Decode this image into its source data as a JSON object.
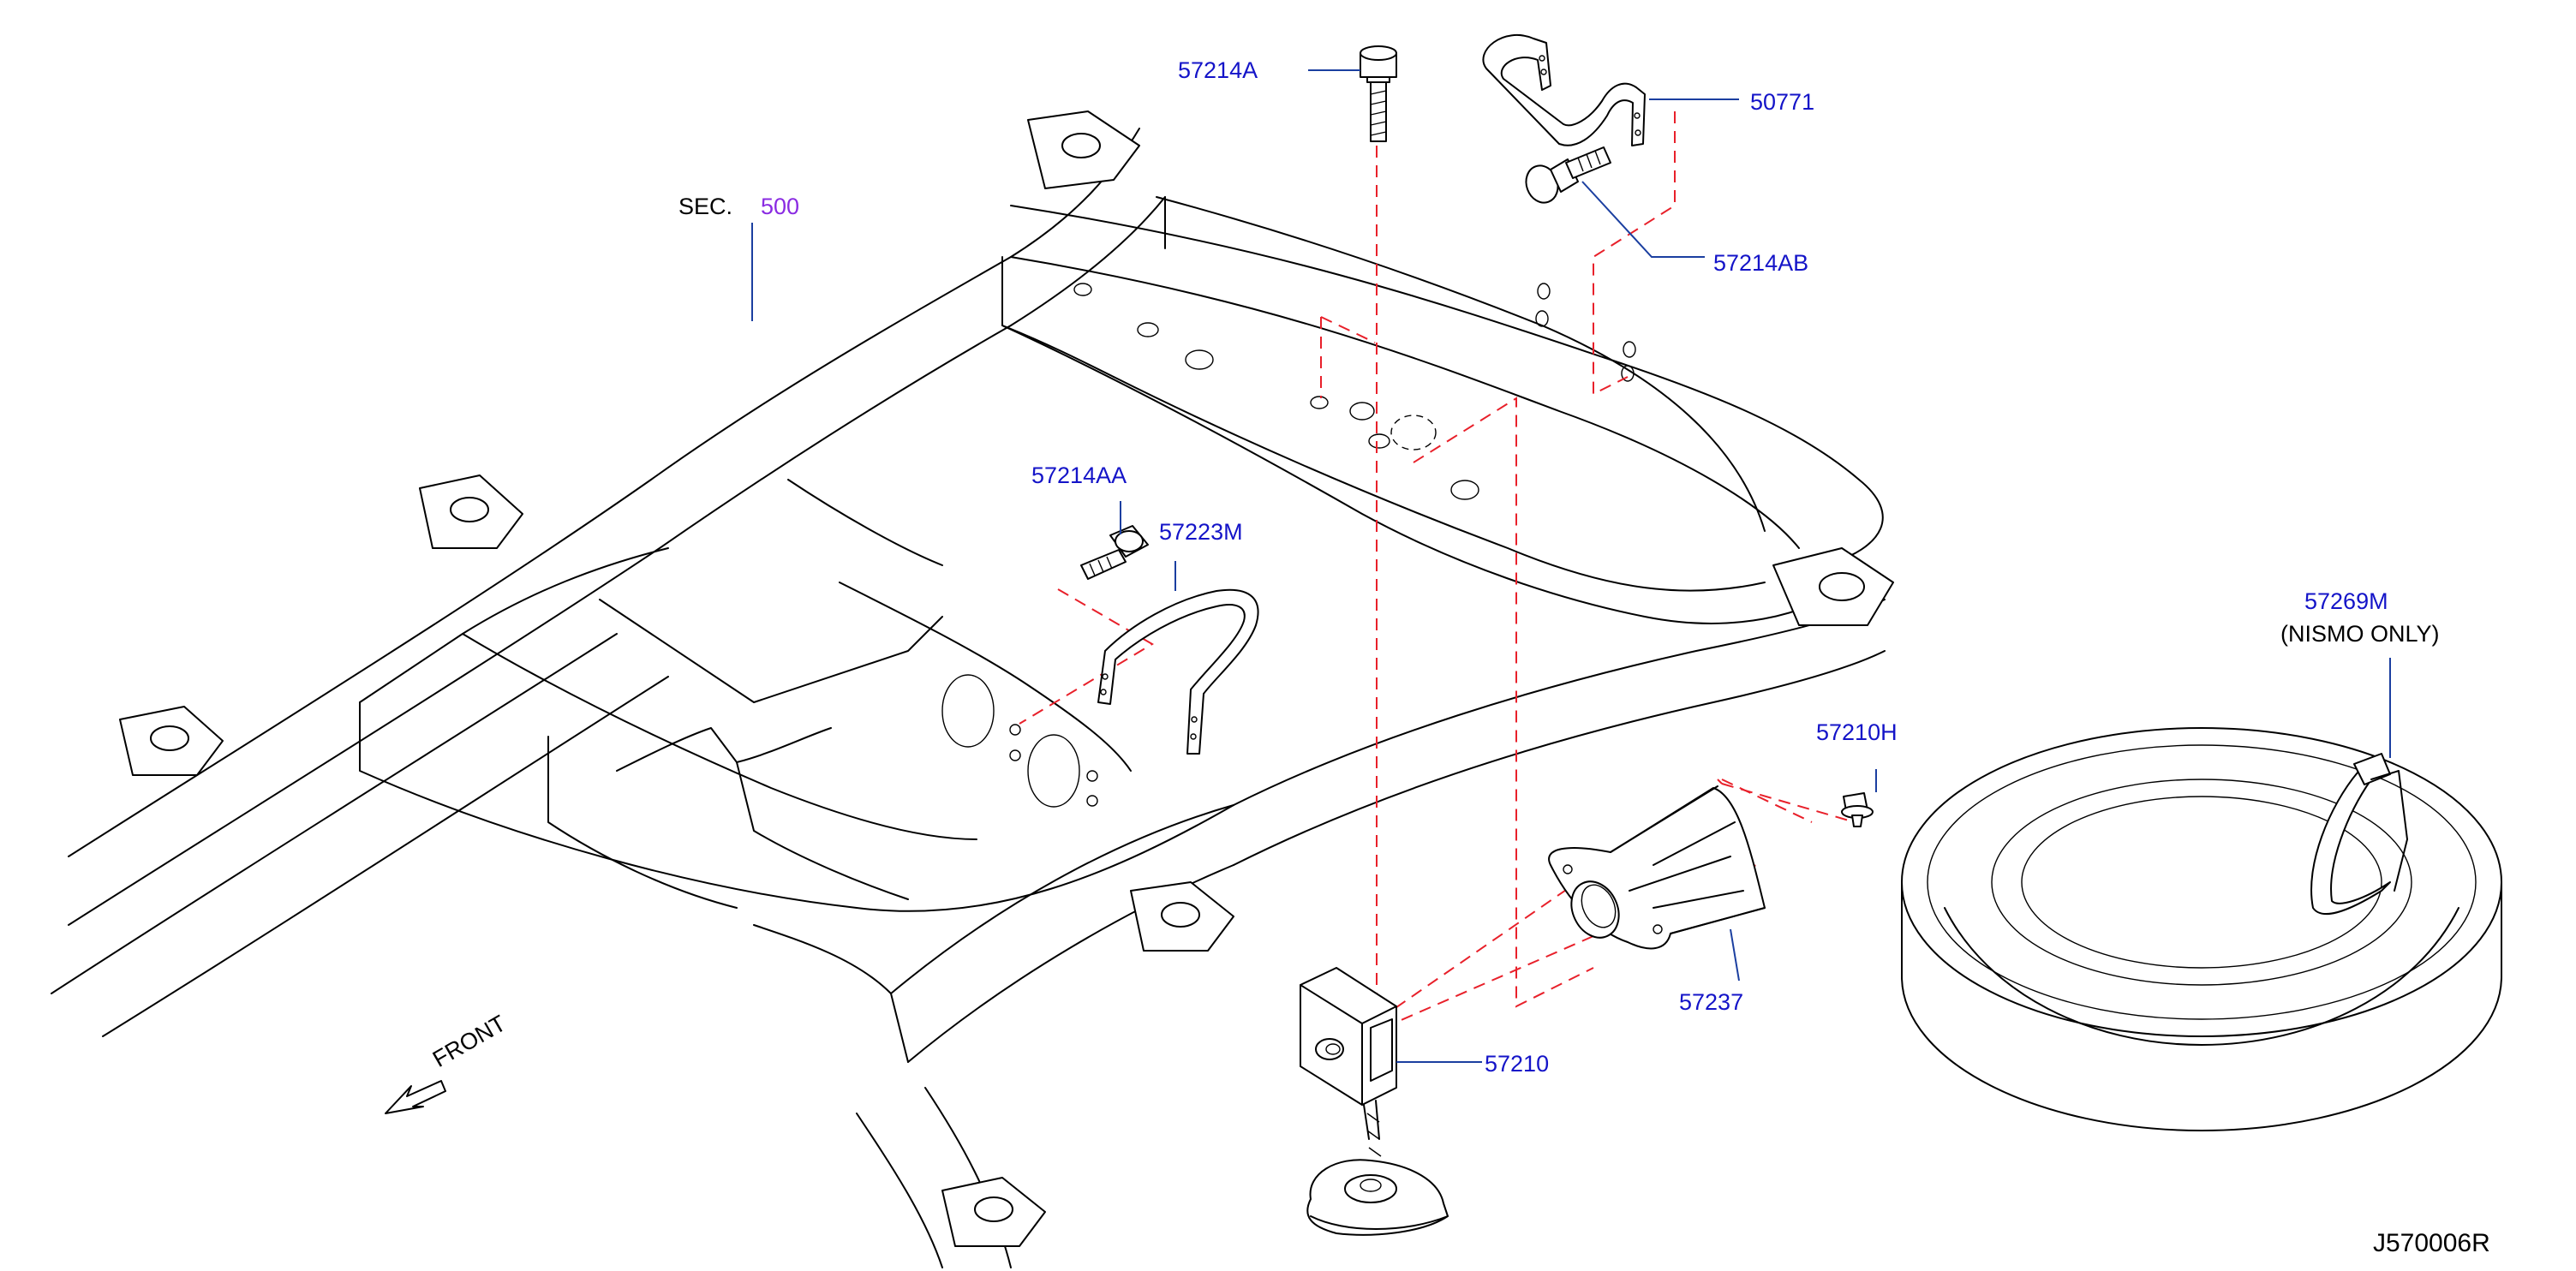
{
  "diagram_code": "J570006R",
  "section_ref": {
    "prefix": "SEC.",
    "number": "500"
  },
  "front_label": "FRONT",
  "parts": [
    {
      "id": "p57214A",
      "number": "57214A"
    },
    {
      "id": "p50771",
      "number": "50771"
    },
    {
      "id": "p57214AB",
      "number": "57214AB"
    },
    {
      "id": "p57214AA",
      "number": "57214AA"
    },
    {
      "id": "p57223M",
      "number": "57223M"
    },
    {
      "id": "p57210H",
      "number": "57210H"
    },
    {
      "id": "p57237",
      "number": "57237"
    },
    {
      "id": "p57210",
      "number": "57210"
    },
    {
      "id": "p57269M",
      "number": "57269M",
      "note": "(NISMO   ONLY)"
    }
  ],
  "colors": {
    "part_label": "#1414c8",
    "section_number": "#8a2be2",
    "leader": "#1b3fa0",
    "assembly_line": "#e8202a",
    "drawing": "#000000"
  }
}
